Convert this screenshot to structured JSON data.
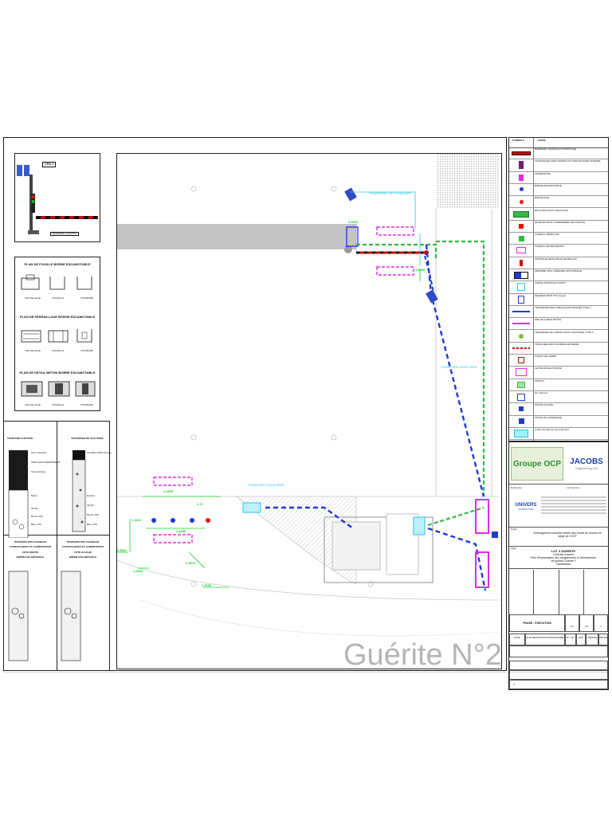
{
  "drawing": {
    "title": "Guérite N°2",
    "annotations": {
      "traversee_chaussee": "TRAVERSEE DE CHAUSSEE",
      "tranchee_sous_pave_1": "TRANCHEE SOUS PAVE",
      "tranchee_sous_pave_2": "TRANCHEE SOUS PAVE",
      "dims": [
        "4.0850",
        "3.5003",
        "1.5264",
        "4.0859",
        "6.71",
        "3.4030",
        "0.8551",
        "1.5564",
        "0.5670",
        "1.3305"
      ]
    }
  },
  "left_panels": {
    "barrier_tag": "CPA 1",
    "barrier_note": "BARRIERE LEVANTE",
    "plan_title_1": "PLAN DE FOUILLE BORNE ESCAMOTABLE",
    "plan_title_2": "PLAN DE FERRAILLAGE BORNE ESCAMOTABLE",
    "plan_title_3": "PLAN DE DETAIL BETON BORNE ESCAMOTABLE",
    "plan_captions": [
      "VUE DE FACE",
      "COUPE AA",
      "COUPE BB"
    ],
    "tranchee_sur_pave": "TRANCHEE SUR PAVE",
    "traversee_de_chaussee": "TRAVERSEE DE CHAUSSEE",
    "tranchee_flex_droite": [
      "TRANCHEE DES FLEXIBLES",
      "HYDRAULIQUES ET ALIMENTATION",
      "COTE DROITE",
      "BORNE ESCAMOTABLE"
    ],
    "tranchee_flex_gauche": [
      "TRANCHEE DES FLEXIBLES",
      "HYDRAULIQUES ET ALIMENTATION",
      "COTE GAUCHE",
      "BORNE ESCAMOTABLE"
    ],
    "layer_labels_left": [
      "Terre naturelle",
      "GRILLAGE AVERTISSEUR",
      "Terre tamisee",
      "Beton",
      "40 GR",
      "BLOC CPS",
      "Bloc CPS"
    ],
    "layer_labels_right": [
      "Fondation Bitumineuse",
      "Enrobe",
      "40 GR",
      "BLOC CPS",
      "Bloc CPS"
    ]
  },
  "legend": {
    "header_symbol": "SYMBOLE",
    "header_text": "TEXTE",
    "items": [
      "BARRIERE LEVANTE AUTOMATIQUE",
      "TOURNIQUET AVEC PORTILLON PMR MACHINE INTEGRE",
      "INTERPHONE",
      "BORNE ESCAMOTABLE",
      "BORNE FIXE",
      "BOUCHES SOUS VEHICULES",
      "MOTEUR POUR COMMANDER LES PORTES",
      "CAMERA LIBERALISE",
      "TABLEAU DE REGROUPE",
      "PORTIQUE DETECTEUR DE METAUX",
      "ARMOIRE VPSI / ARMOIRE PPSI PASSIVE",
      "CARTE CONTROLE STOPS",
      "RESERVE RFID PVC (Ligne)",
      "TRAVERSEE DES CABLES ELECTRIQUES TYPE 1",
      "PRE DE GABLE BUTON",
      "TRAVERSEE DE CABLES SOUS CHAUSSEE TYPE 2",
      "TRANCHEE DES FLEXIBLES ENTERRE",
      "PIQUET DE TERRE",
      "LECTEUR ELECTRIQUE",
      "SWITCH",
      "PC / Ecrans",
      "PORTE-CLAUSE",
      "POSTE DE COMMANDE",
      "Coffret de baie de raccordement"
    ]
  },
  "title_block": {
    "logo_ocp": "Groupe OCP",
    "logo_jacobs": "JACOBS",
    "logo_jacobs_sub": "Engineering SA",
    "univers_name": "UNIVERS",
    "univers_sub": "CONSULTING",
    "entreprise_label": "Entreprise",
    "entreprise_value": "L'Entreprise",
    "project_label": "Projet",
    "project_value": "Aménagement sécurité sûreté des Zones du réseau du siège de l'OCP",
    "objet_label": "Objet",
    "objet_lines": [
      "LOT 3 GUERITE",
      "Contrôle d'accès",
      "Plan d'implantation des équipements & cheminement",
      "de guerite Guerite 2",
      "Casablanca"
    ],
    "phase_label": "PHASE : EXECUTION",
    "sheet_values": [
      "A3",
      "4/4",
      "1"
    ],
    "bottom_labels": [
      "DATE",
      "AUTOMATISATION PROGRAMME",
      "N° LOT",
      "ECH",
      "ORIGINE",
      "INDICE"
    ],
    "revision": "0"
  }
}
